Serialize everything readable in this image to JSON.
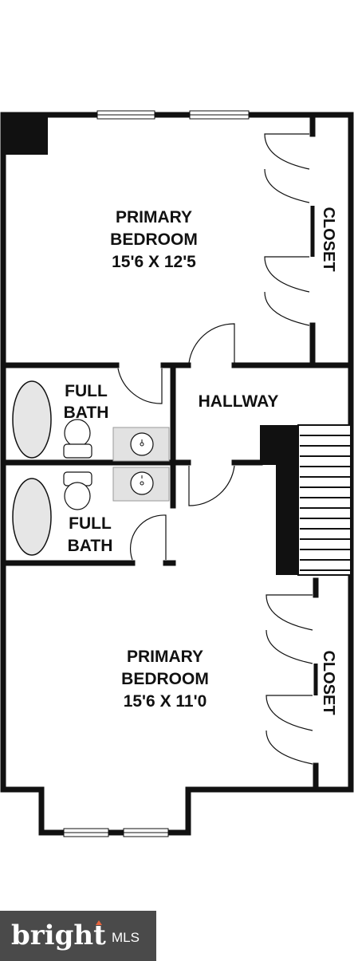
{
  "colors": {
    "wall": "#111111",
    "fixture_fill": "#e6e6e6",
    "vanity_fill": "#e2e2e2",
    "logo_bg": "#4a4a4a",
    "logo_accent": "#e8643c"
  },
  "rooms": {
    "upper_bedroom": {
      "name_line1": "PRIMARY",
      "name_line2": "BEDROOM",
      "dimensions": "15'6 X 12'5"
    },
    "upper_closet": {
      "name": "CLOSET"
    },
    "upper_bath": {
      "name_line1": "FULL",
      "name_line2": "BATH"
    },
    "hallway": {
      "name": "HALLWAY"
    },
    "lower_bath": {
      "name_line1": "FULL",
      "name_line2": "BATH"
    },
    "lower_bedroom": {
      "name_line1": "PRIMARY",
      "name_line2": "BEDROOM",
      "dimensions": "15'6 X 11'0"
    },
    "lower_closet": {
      "name": "CLOSET"
    }
  },
  "watermark": {
    "brand": "bright",
    "suffix": "MLS"
  }
}
